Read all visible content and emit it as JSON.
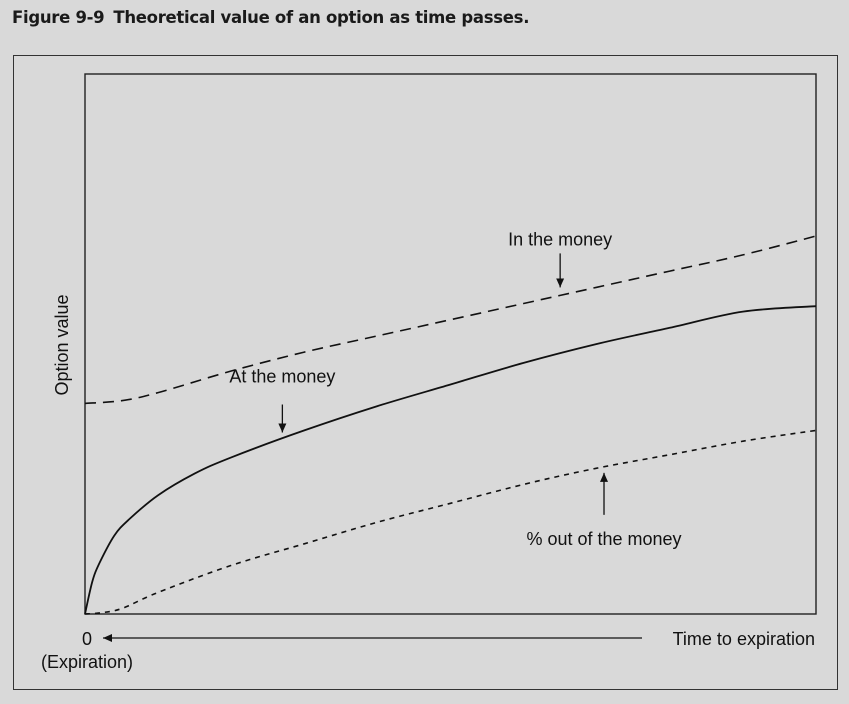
{
  "caption": {
    "number": "Figure 9-9",
    "title": "Theoretical value of an option as time passes."
  },
  "chart_data": {
    "type": "line",
    "title": "",
    "xlabel": "Time to expiration",
    "ylabel": "Option value",
    "x_origin_label": "0",
    "x_origin_sublabel": "(Expiration)",
    "xlim": [
      0,
      1
    ],
    "ylim": [
      0,
      1
    ],
    "grid": false,
    "legend": "none",
    "series": [
      {
        "name": "In the money",
        "style": "dashed",
        "x": [
          0,
          0.05,
          0.1,
          0.2,
          0.3,
          0.4,
          0.5,
          0.6,
          0.7,
          0.8,
          0.9,
          1.0
        ],
        "y": [
          0.39,
          0.395,
          0.41,
          0.45,
          0.485,
          0.515,
          0.545,
          0.575,
          0.605,
          0.635,
          0.665,
          0.7
        ]
      },
      {
        "name": "At the money",
        "style": "solid",
        "x": [
          0,
          0.01,
          0.02,
          0.04,
          0.06,
          0.1,
          0.15,
          0.2,
          0.3,
          0.4,
          0.5,
          0.6,
          0.7,
          0.8,
          0.9,
          1.0
        ],
        "y": [
          0,
          0.06,
          0.095,
          0.145,
          0.175,
          0.22,
          0.26,
          0.29,
          0.34,
          0.385,
          0.425,
          0.465,
          0.5,
          0.53,
          0.56,
          0.57
        ]
      },
      {
        "name": "% out of the money",
        "style": "dotted",
        "x": [
          0,
          0.02,
          0.05,
          0.1,
          0.2,
          0.3,
          0.4,
          0.5,
          0.6,
          0.7,
          0.8,
          0.9,
          1.0
        ],
        "y": [
          0,
          0.002,
          0.01,
          0.04,
          0.09,
          0.13,
          0.17,
          0.205,
          0.24,
          0.27,
          0.295,
          0.32,
          0.34
        ]
      }
    ],
    "annotations": [
      {
        "text": "In the money",
        "series": 0,
        "x": 0.65
      },
      {
        "text": "At the money",
        "series": 1,
        "x": 0.27
      },
      {
        "text": "% out of the money",
        "series": 2,
        "x": 0.71
      }
    ]
  }
}
